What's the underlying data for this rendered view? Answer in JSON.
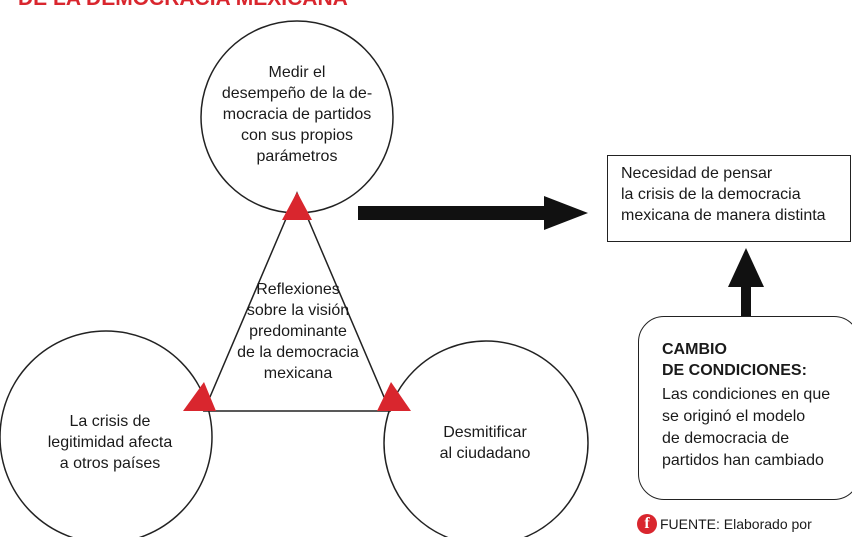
{
  "title": "DE LA DEMOCRACIA MEXICANA",
  "colors": {
    "accent": "#d9262e",
    "stroke": "#222222"
  },
  "circles": {
    "top": {
      "lines": [
        "Medir el",
        "desempeño de la de-",
        "mocracia de partidos",
        "con sus propios",
        "parámetros"
      ]
    },
    "left": {
      "lines": [
        "La crisis de",
        "legitimidad afecta",
        "a otros países"
      ]
    },
    "right": {
      "lines": [
        "Desmitificar",
        "al ciudadano"
      ]
    }
  },
  "center": {
    "lines": [
      "Reflexiones",
      "sobre la visión",
      "predominante",
      "de la democracia",
      "mexicana"
    ]
  },
  "result_box": {
    "lines": [
      "Necesidad de pensar",
      "la crisis de la democracia",
      "mexicana de manera distinta"
    ]
  },
  "change_box": {
    "title_lines": [
      "CAMBIO",
      "DE CONDICIONES:"
    ],
    "body_lines": [
      "Las condiciones en que",
      "se originó el modelo",
      "de democracia de",
      "partidos han cambiado"
    ]
  },
  "source": {
    "logo_letter": "f",
    "text": "FUENTE: Elaborado por"
  }
}
